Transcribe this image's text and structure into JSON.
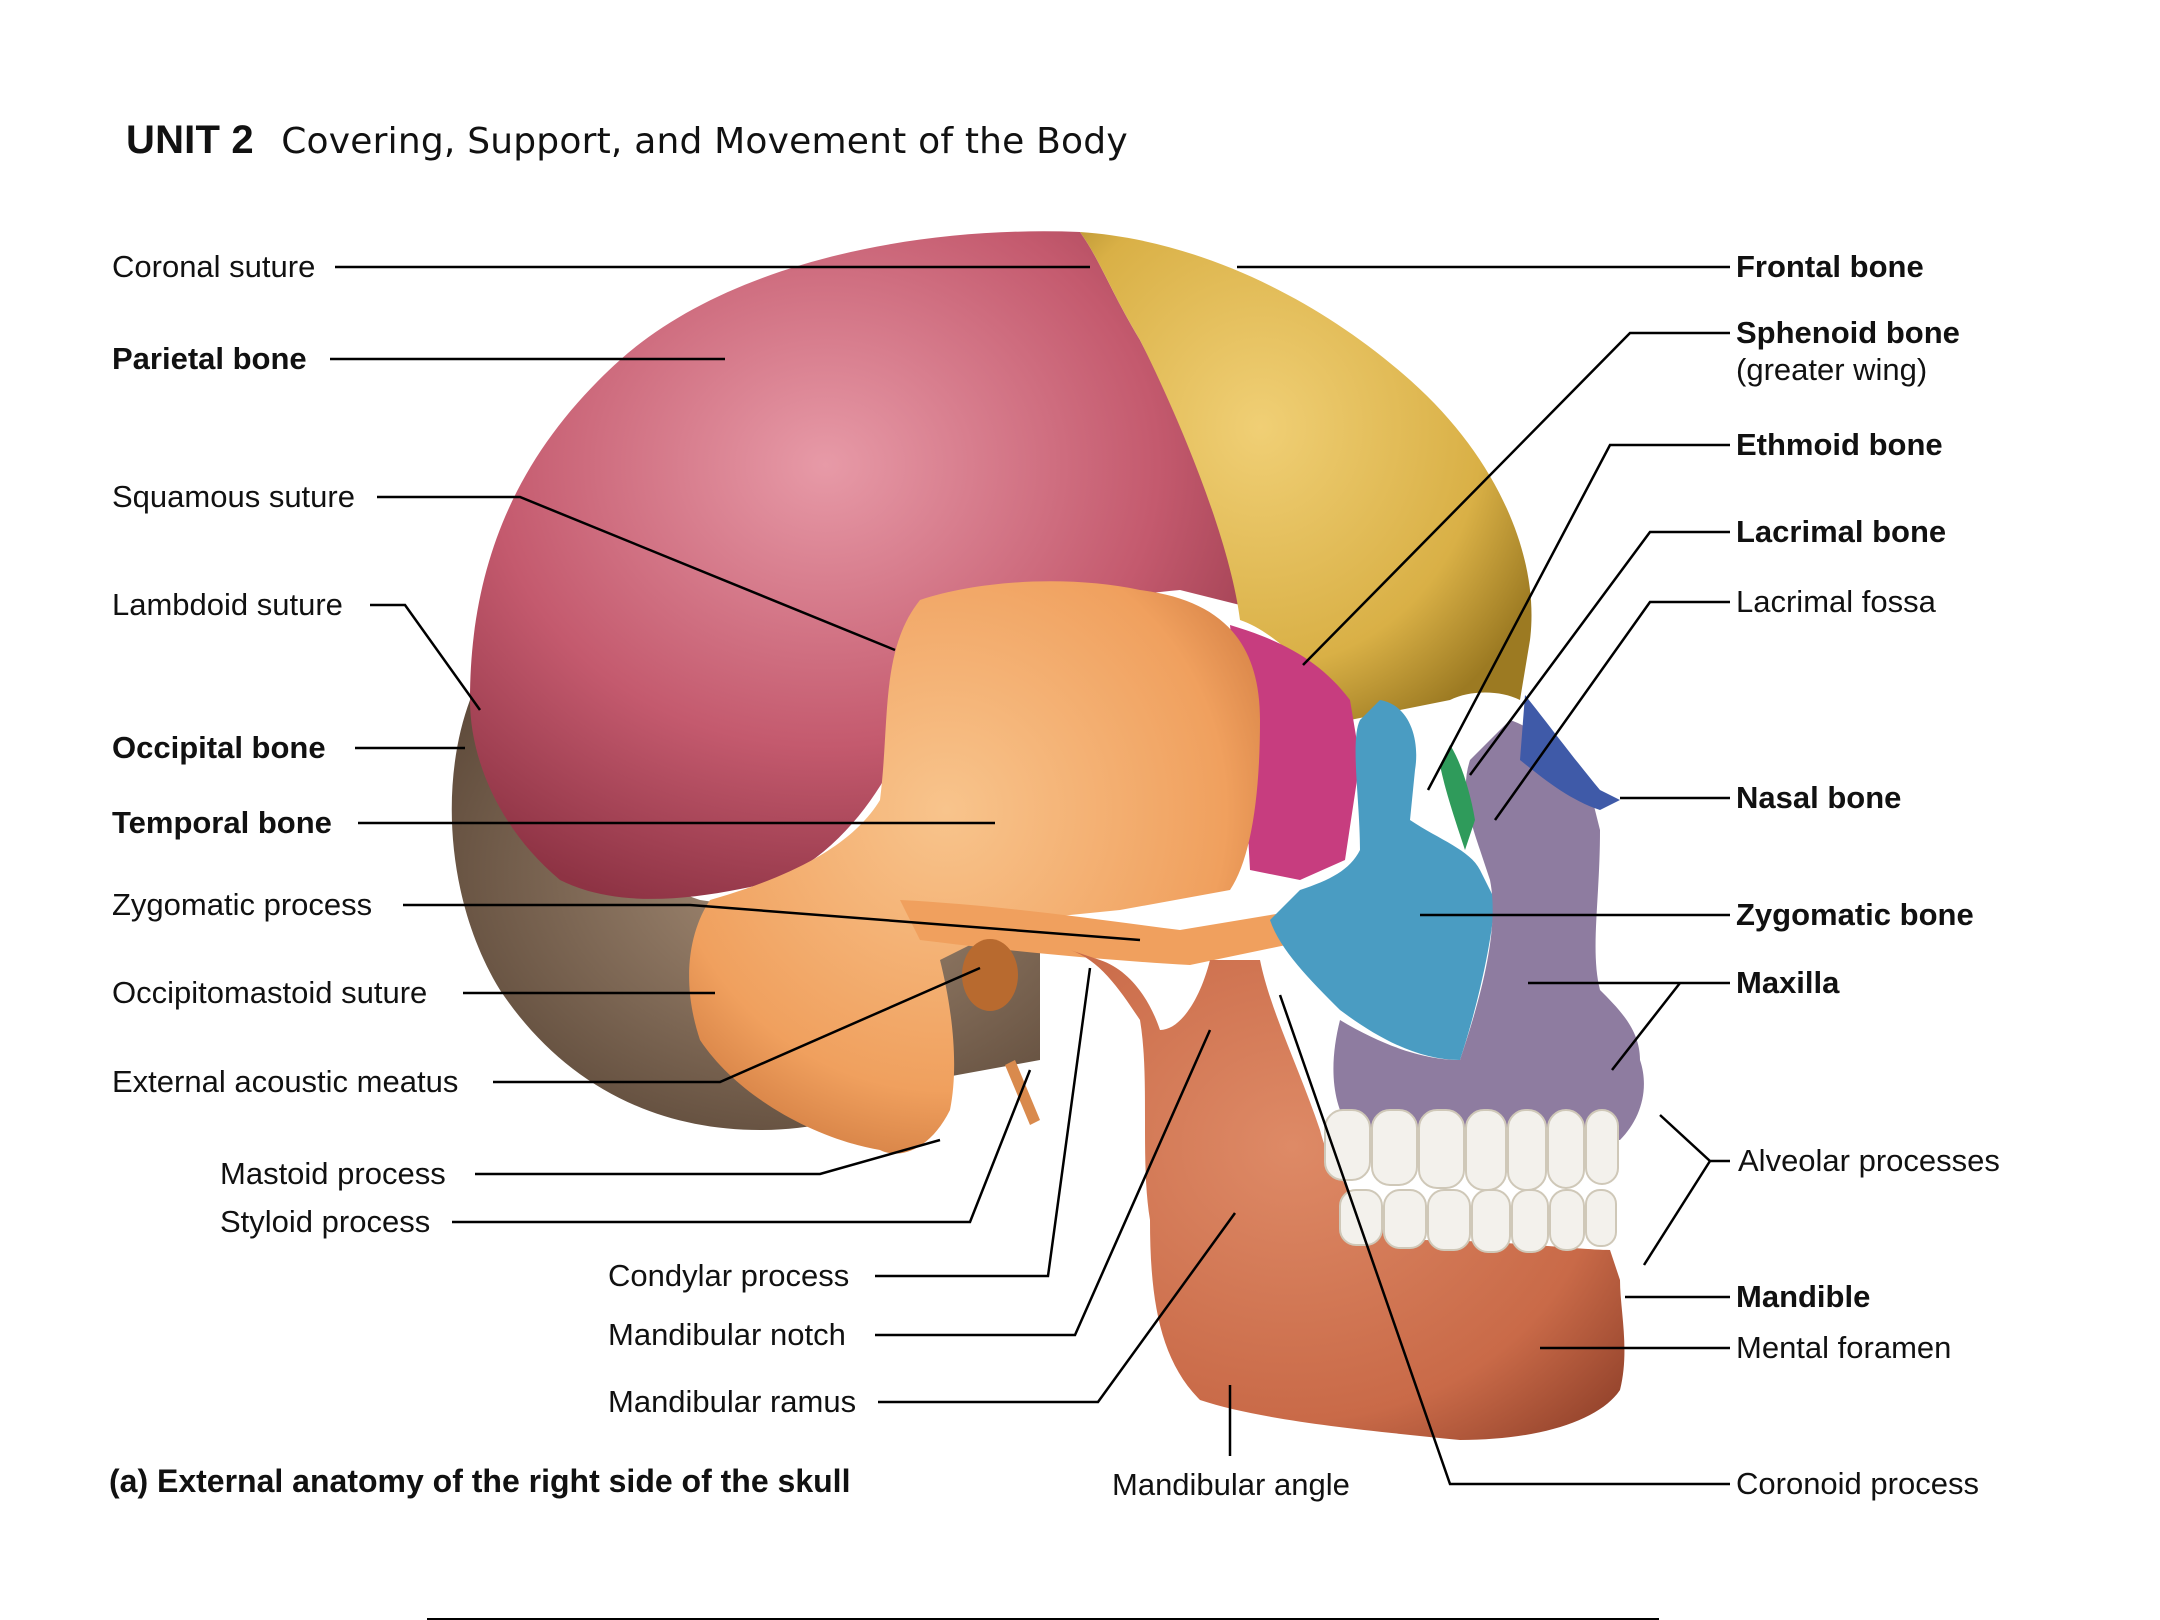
{
  "header": {
    "unit": "UNIT 2",
    "title": "Covering, Support, and Movement of the Body"
  },
  "labels_left": {
    "coronal_suture": "Coronal suture",
    "parietal_bone": "Parietal bone",
    "squamous_suture": "Squamous suture",
    "lambdoid_suture": "Lambdoid suture",
    "occipital_bone": "Occipital bone",
    "temporal_bone": "Temporal bone",
    "zygomatic_process": "Zygomatic process",
    "occipitomastoid_suture": "Occipitomastoid suture",
    "external_acoustic_meatus": "External acoustic meatus",
    "mastoid_process": "Mastoid process",
    "styloid_process": "Styloid process",
    "condylar_process": "Condylar process",
    "mandibular_notch": "Mandibular notch",
    "mandibular_ramus": "Mandibular ramus",
    "mandibular_angle": "Mandibular angle"
  },
  "labels_right": {
    "frontal_bone": "Frontal bone",
    "sphenoid_bone": "Sphenoid bone",
    "sphenoid_sub": "(greater wing)",
    "ethmoid_bone": "Ethmoid bone",
    "lacrimal_bone": "Lacrimal bone",
    "lacrimal_fossa": "Lacrimal fossa",
    "nasal_bone": "Nasal bone",
    "zygomatic_bone": "Zygomatic bone",
    "maxilla": "Maxilla",
    "alveolar_processes": "Alveolar processes",
    "mandible": "Mandible",
    "mental_foramen": "Mental foramen",
    "coronoid_process": "Coronoid process"
  },
  "caption": "(a) External anatomy of the right side of the skull",
  "colors": {
    "parietal": "#c45a6e",
    "frontal": "#d9b046",
    "temporal": "#f0a05e",
    "occipital": "#8a735e",
    "sphenoid": "#c73d7f",
    "zygomatic": "#4a9cc2",
    "maxilla": "#8e7ca0",
    "nasal": "#3f5aa8",
    "ethmoid": "#2f9b5b",
    "mandible": "#c96a48",
    "teeth": "#f3f1ec"
  }
}
